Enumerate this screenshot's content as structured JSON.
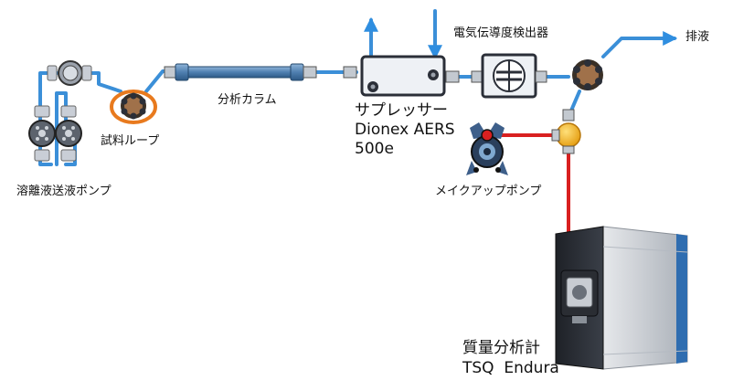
{
  "labels": {
    "eluent_pump": "溶離液送液ポンプ",
    "sample_loop": "試料ループ",
    "analytical_column": "分析カラム",
    "suppressor_name": "サプレッサー",
    "suppressor_model_line1": "Dionex AERS",
    "suppressor_model_line2": "500e",
    "conductivity_detector": "電気伝導度検出器",
    "waste": "排液",
    "makeup_pump": "メイクアップポンプ",
    "mass_spec_name": "質量分析計",
    "mass_spec_model": "TSQ  Endura"
  },
  "colors": {
    "tubing_blue": "#3b8fd8",
    "tubing_red": "#d92020",
    "arrow_blue": "#2f8ee0",
    "valve_orange": "#e87a1e",
    "tee_yellow": "#f4b41a",
    "component_dark": "#2b2f38",
    "instrument_grey": "#c8ccd2"
  },
  "icons": {
    "eluent_pump": "dual-piston-pump-icon",
    "injection_valve": "six-port-valve-icon",
    "column": "column-tube-icon",
    "suppressor": "suppressor-cartridge-icon",
    "detector": "conductivity-cell-icon",
    "switch_valve": "six-port-valve-icon",
    "makeup_pump": "makeup-pump-icon",
    "mixing_tee": "tee-junction-icon",
    "mass_spectrometer": "mass-spectrometer-icon"
  }
}
